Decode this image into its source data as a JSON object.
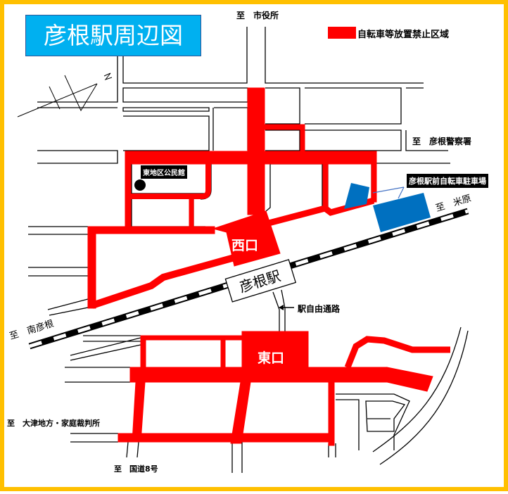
{
  "title": "彦根駅周辺図",
  "legend": {
    "label": "自転車等放置禁止区域",
    "color": "#FF0000"
  },
  "colors": {
    "border": "#FFC000",
    "title_bg": "#00B0F0",
    "parking": "#0070C0",
    "restricted": "#FF0000"
  },
  "labels": {
    "city_hall": "至　市役所",
    "police": "至　彦根警察署",
    "maibara": "至　米原",
    "minami_hikone": "至　南彦根",
    "court": "至　大津地方・家庭裁判所",
    "route8": "至　国道8号",
    "west_exit": "西口",
    "east_exit": "東口",
    "station": "彦根駅",
    "free_passage": "駅自由通路",
    "community_hall": "東地区公民館",
    "bike_parking": "彦根駅前自転車駐車場"
  },
  "icons": {
    "north_arrow": "north-arrow-icon",
    "community_hall_marker": "dot-marker-icon"
  }
}
